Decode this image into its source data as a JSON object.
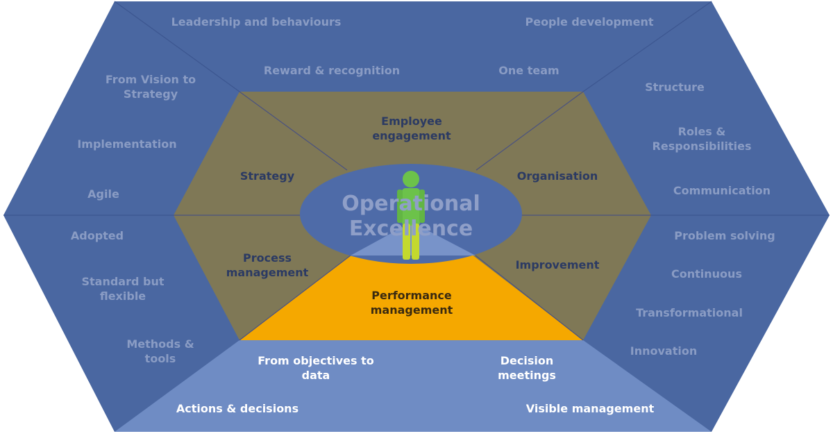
{
  "colors": {
    "outer_blue": "#4a67a1",
    "bottom_light_blue": "#6f8cc4",
    "middle_khaki": "#7f7856",
    "performance_orange": "#f5a800",
    "center_ellipse": "#4e6ba8",
    "figure_green": "#6cc24a"
  },
  "center": {
    "line1": "Operational",
    "line2": "Excellence"
  },
  "middle_ring": {
    "top": [
      "Employee",
      "engagement"
    ],
    "upper_left": [
      "Strategy"
    ],
    "upper_right": [
      "Organisation"
    ],
    "lower_left": [
      "Process",
      "management"
    ],
    "lower_right": [
      "Improvement"
    ],
    "bottom": [
      "Performance",
      "management"
    ]
  },
  "outer_ring": {
    "top": {
      "leadership": [
        "Leadership and behaviours"
      ],
      "people_development": [
        "People development"
      ],
      "reward": [
        "Reward & recognition"
      ],
      "one_team": [
        "One team"
      ]
    },
    "upper_left": {
      "vision": [
        "From Vision to",
        "Strategy"
      ],
      "implementation": [
        "Implementation"
      ],
      "agile": [
        "Agile"
      ]
    },
    "upper_right": {
      "structure": [
        "Structure"
      ],
      "roles": [
        "Roles &",
        "Responsibilities"
      ],
      "communication": [
        "Communication"
      ]
    },
    "lower_left": {
      "adopted": [
        "Adopted"
      ],
      "standard": [
        "Standard but",
        "flexible"
      ],
      "methods": [
        "Methods &",
        "tools"
      ]
    },
    "lower_right": {
      "problem_solving": [
        "Problem solving"
      ],
      "continuous": [
        "Continuous"
      ],
      "transformational": [
        "Transformational"
      ],
      "innovation": [
        "Innovation"
      ]
    },
    "bottom": {
      "objectives": [
        "From objectives to",
        "data"
      ],
      "decision_meetings": [
        "Decision",
        "meetings"
      ],
      "actions": [
        "Actions & decisions"
      ],
      "visible_management": [
        "Visible management"
      ]
    }
  }
}
